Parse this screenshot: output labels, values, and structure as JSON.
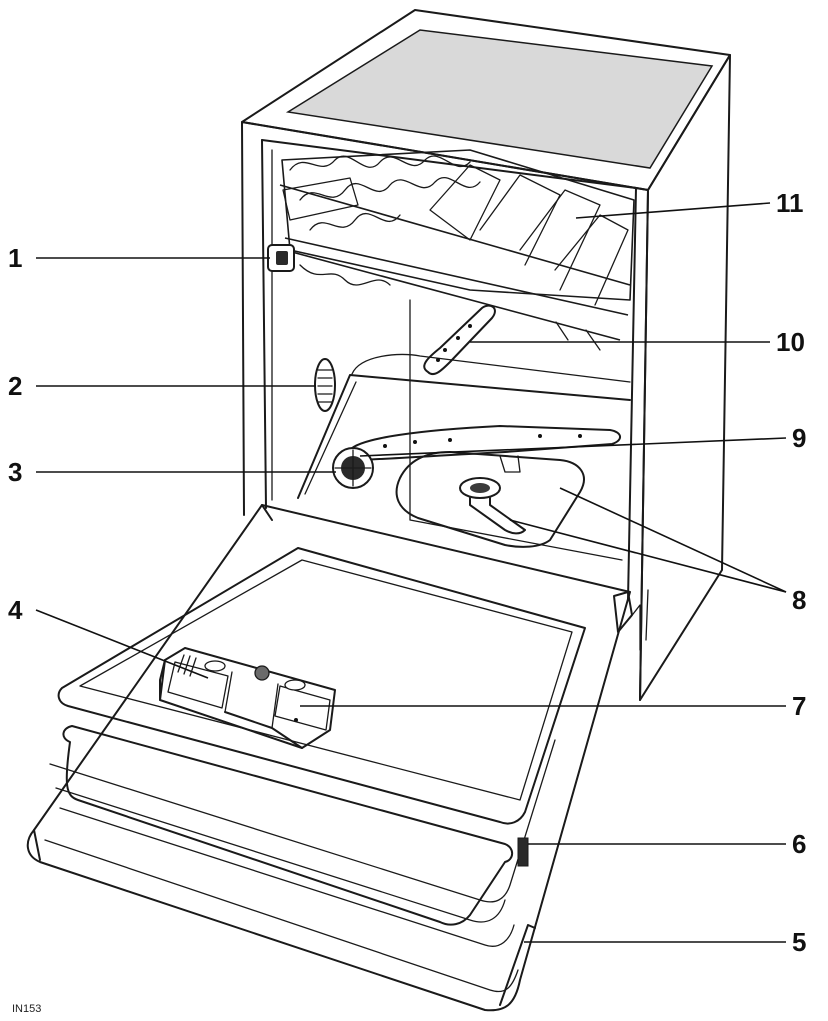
{
  "figure_code": "IN153",
  "callouts": [
    {
      "number": "1",
      "part": "rack-stop"
    },
    {
      "number": "2",
      "part": "side-vent"
    },
    {
      "number": "3",
      "part": "salt-container-cap"
    },
    {
      "number": "4",
      "part": "detergent-dispenser"
    },
    {
      "number": "5",
      "part": "door-base"
    },
    {
      "number": "6",
      "part": "door-handle"
    },
    {
      "number": "7",
      "part": "rinse-aid-dispenser"
    },
    {
      "number": "8",
      "part": "filter-assembly"
    },
    {
      "number": "9",
      "part": "lower-spray-arm"
    },
    {
      "number": "10",
      "part": "upper-spray-arm"
    },
    {
      "number": "11",
      "part": "upper-basket"
    }
  ]
}
